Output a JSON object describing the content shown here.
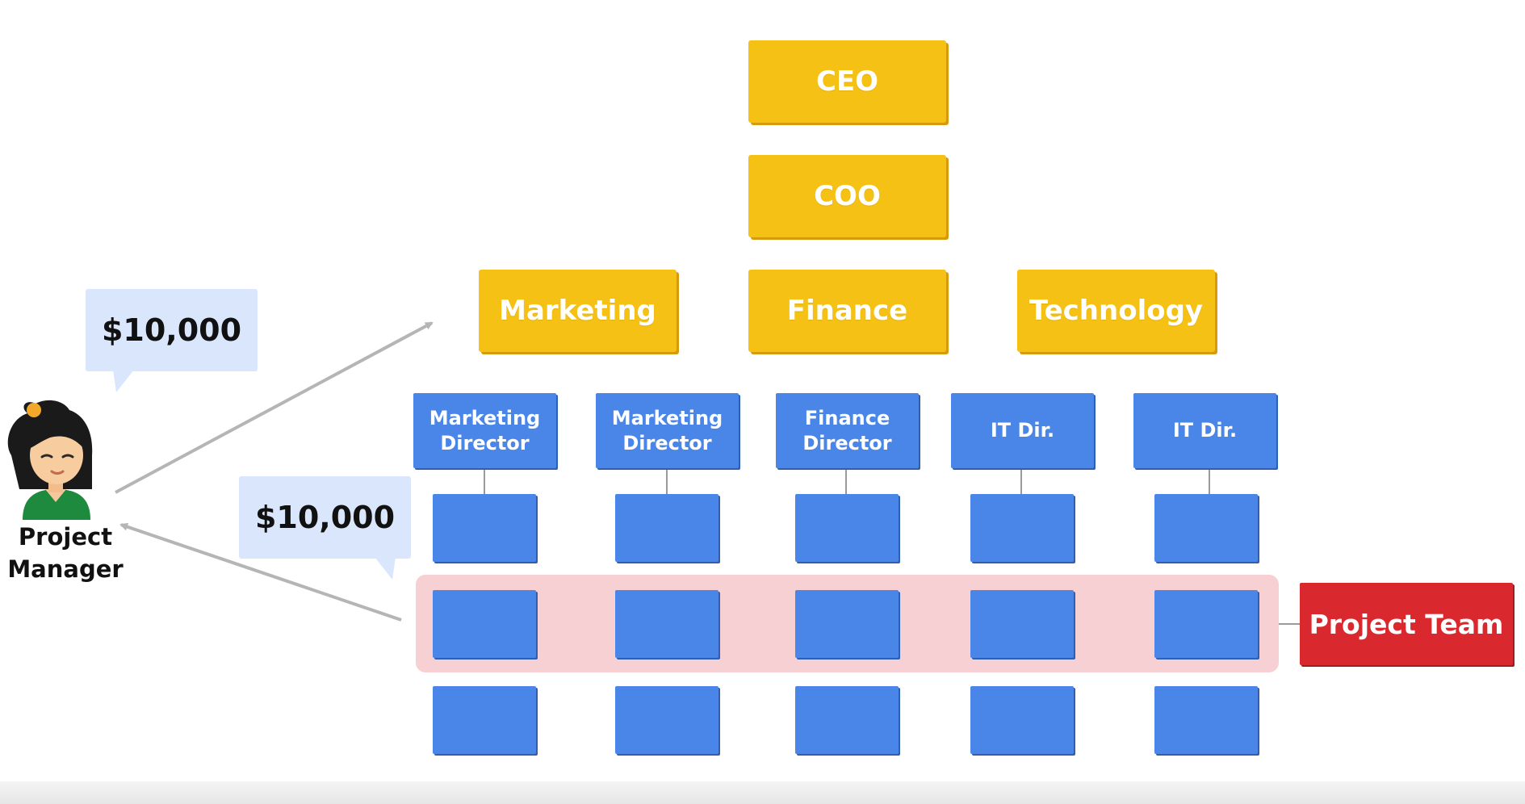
{
  "exec": {
    "ceo": "CEO",
    "coo": "COO"
  },
  "departments": [
    {
      "label": "Marketing"
    },
    {
      "label": "Finance"
    },
    {
      "label": "Technology"
    }
  ],
  "directors": [
    {
      "label": "Marketing\nDirector"
    },
    {
      "label": "Marketing\nDirector"
    },
    {
      "label": "Finance\nDirector"
    },
    {
      "label": "IT Dir."
    },
    {
      "label": "IT Dir."
    }
  ],
  "project_manager": {
    "label": "Project\nManager"
  },
  "budget_bubbles": [
    {
      "amount": "$10,000"
    },
    {
      "amount": "$10,000"
    }
  ],
  "project_team": {
    "label": "Project Team"
  },
  "colors": {
    "exec_yellow": "#f5c114",
    "staff_blue": "#4a86e8",
    "team_red": "#d9292e",
    "team_band_pink": "#f7d0d3",
    "bubble_blue": "#d9e6fb",
    "arrow_gray": "#b5b5b5"
  },
  "icons": {
    "person": "project-manager-avatar-icon"
  }
}
